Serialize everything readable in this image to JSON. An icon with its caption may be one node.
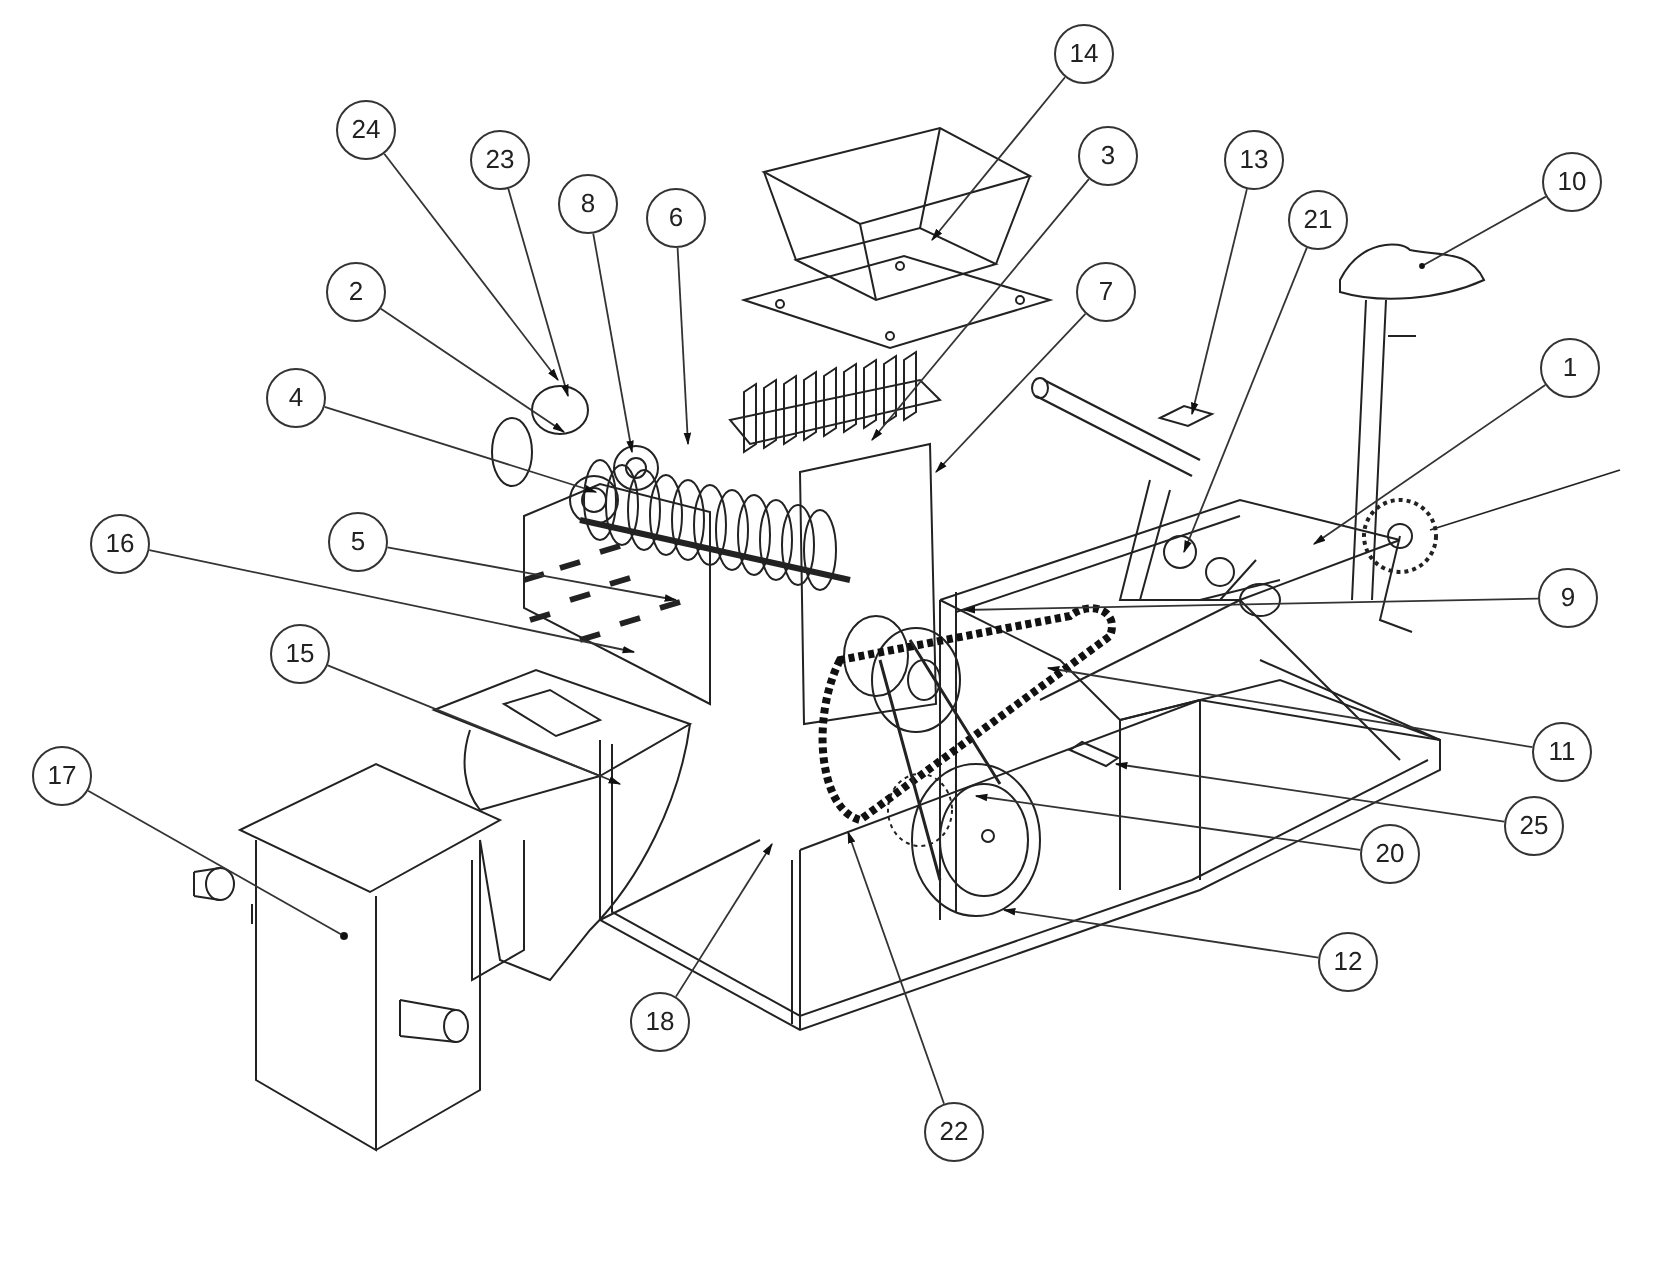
{
  "diagram": {
    "nodes": [
      {
        "text": [
          "14"
        ]
      },
      {
        "text": [
          "24"
        ]
      },
      {
        "text": [
          "3"
        ]
      },
      {
        "text": [
          "13"
        ]
      },
      {
        "text": [
          "23"
        ]
      },
      {
        "text": [
          "10"
        ]
      },
      {
        "text": [
          "8"
        ]
      },
      {
        "text": [
          "6"
        ]
      },
      {
        "text": [
          "21"
        ]
      },
      {
        "text": [
          "2"
        ]
      },
      {
        "text": [
          "7"
        ]
      },
      {
        "text": [
          "1"
        ]
      },
      {
        "text": [
          "4"
        ]
      },
      {
        "text": [
          "5"
        ]
      },
      {
        "text": [
          "16"
        ]
      },
      {
        "text": [
          "9"
        ]
      },
      {
        "text": [
          "15"
        ]
      },
      {
        "text": [
          "11"
        ]
      },
      {
        "text": [
          "17"
        ]
      },
      {
        "text": [
          "25"
        ]
      },
      {
        "text": [
          "20"
        ]
      },
      {
        "text": [
          "12"
        ]
      },
      {
        "text": [
          "18"
        ]
      },
      {
        "text": [
          "22"
        ]
      }
    ],
    "edges": [
      {
        "from": 0,
        "to": null,
        "arrow": "to"
      },
      {
        "from": 1,
        "to": null,
        "arrow": "to"
      },
      {
        "from": 2,
        "to": null,
        "arrow": "to"
      },
      {
        "from": 3,
        "to": null,
        "arrow": "to"
      },
      {
        "from": 4,
        "to": null,
        "arrow": "to"
      },
      {
        "from": 5,
        "to": null,
        "arrow": "other"
      },
      {
        "from": 6,
        "to": null,
        "arrow": "to"
      },
      {
        "from": 7,
        "to": null,
        "arrow": "to"
      },
      {
        "from": 8,
        "to": null,
        "arrow": "to"
      },
      {
        "from": 9,
        "to": null,
        "arrow": "to"
      },
      {
        "from": 10,
        "to": null,
        "arrow": "to"
      },
      {
        "from": 11,
        "to": null,
        "arrow": "to"
      },
      {
        "from": 12,
        "to": null,
        "arrow": "to"
      },
      {
        "from": 13,
        "to": null,
        "arrow": "to"
      },
      {
        "from": 14,
        "to": null,
        "arrow": "to"
      },
      {
        "from": 15,
        "to": null,
        "arrow": "to"
      },
      {
        "from": 16,
        "to": null,
        "arrow": "to"
      },
      {
        "from": 17,
        "to": null,
        "arrow": "to"
      },
      {
        "from": 18,
        "to": null,
        "arrow": "other"
      },
      {
        "from": 19,
        "to": null,
        "arrow": "to"
      },
      {
        "from": 20,
        "to": null,
        "arrow": "to"
      },
      {
        "from": 21,
        "to": null,
        "arrow": "to"
      },
      {
        "from": 22,
        "to": null,
        "arrow": "to"
      },
      {
        "from": 23,
        "to": null,
        "arrow": "to"
      }
    ]
  }
}
